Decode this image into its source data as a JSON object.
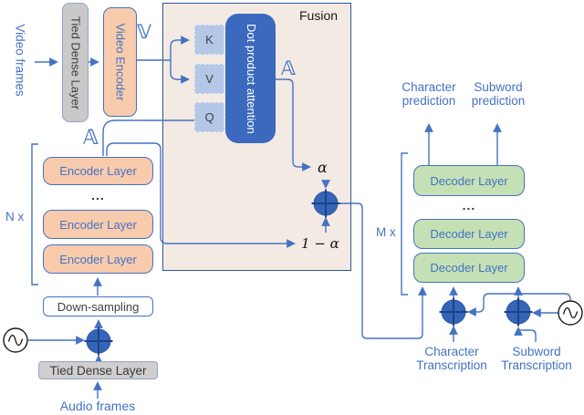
{
  "diagram": {
    "video_branch": {
      "input_label": "Video frames",
      "tied_dense": "Tied Dense Layer",
      "encoder": "Video Encoder",
      "output_symbol": "𝕍"
    },
    "fusion": {
      "label": "Fusion",
      "key": "K",
      "value": "V",
      "query": "Q",
      "attention": "Dot product attention",
      "attention_output_symbol": "𝔸",
      "alpha": "α",
      "one_minus_alpha": "1 − α"
    },
    "audio_branch": {
      "input_label": "Audio frames",
      "tied_dense": "Tied Dense Layer",
      "down_sampling": "Down-sampling",
      "encoder_multiplier": "N x",
      "encoder_layers": [
        "Encoder Layer",
        "Encoder Layer",
        "Encoder Layer"
      ],
      "ellipsis": "...",
      "output_symbol": "𝔸"
    },
    "decoder_branch": {
      "multiplier": "M x",
      "layers": [
        "Decoder Layer",
        "Decoder Layer",
        "Decoder Layer"
      ],
      "ellipsis": "...",
      "outputs": {
        "character": "Character prediction",
        "subword": "Subword prediction"
      },
      "inputs": {
        "character": "Character Transcription",
        "subword": "Subword Transcription"
      }
    },
    "icons": {
      "add": "circled-plus",
      "positional_encoding": "sine-wave"
    }
  },
  "colors": {
    "line_blue": "#4472c4",
    "text_blue": "#4472c4",
    "orange_fill": "#f8cbad",
    "green_fill": "#c5e0b4",
    "gray_fill": "#c9c9c9",
    "fusion_fill": "#f4eae4",
    "fusion_border": "#2f5597",
    "kvq_fill": "#b4c7e7",
    "attention_fill": "#3a69bd",
    "add_circle_fill": "#3465b8",
    "add_cross": "#1d4289"
  }
}
